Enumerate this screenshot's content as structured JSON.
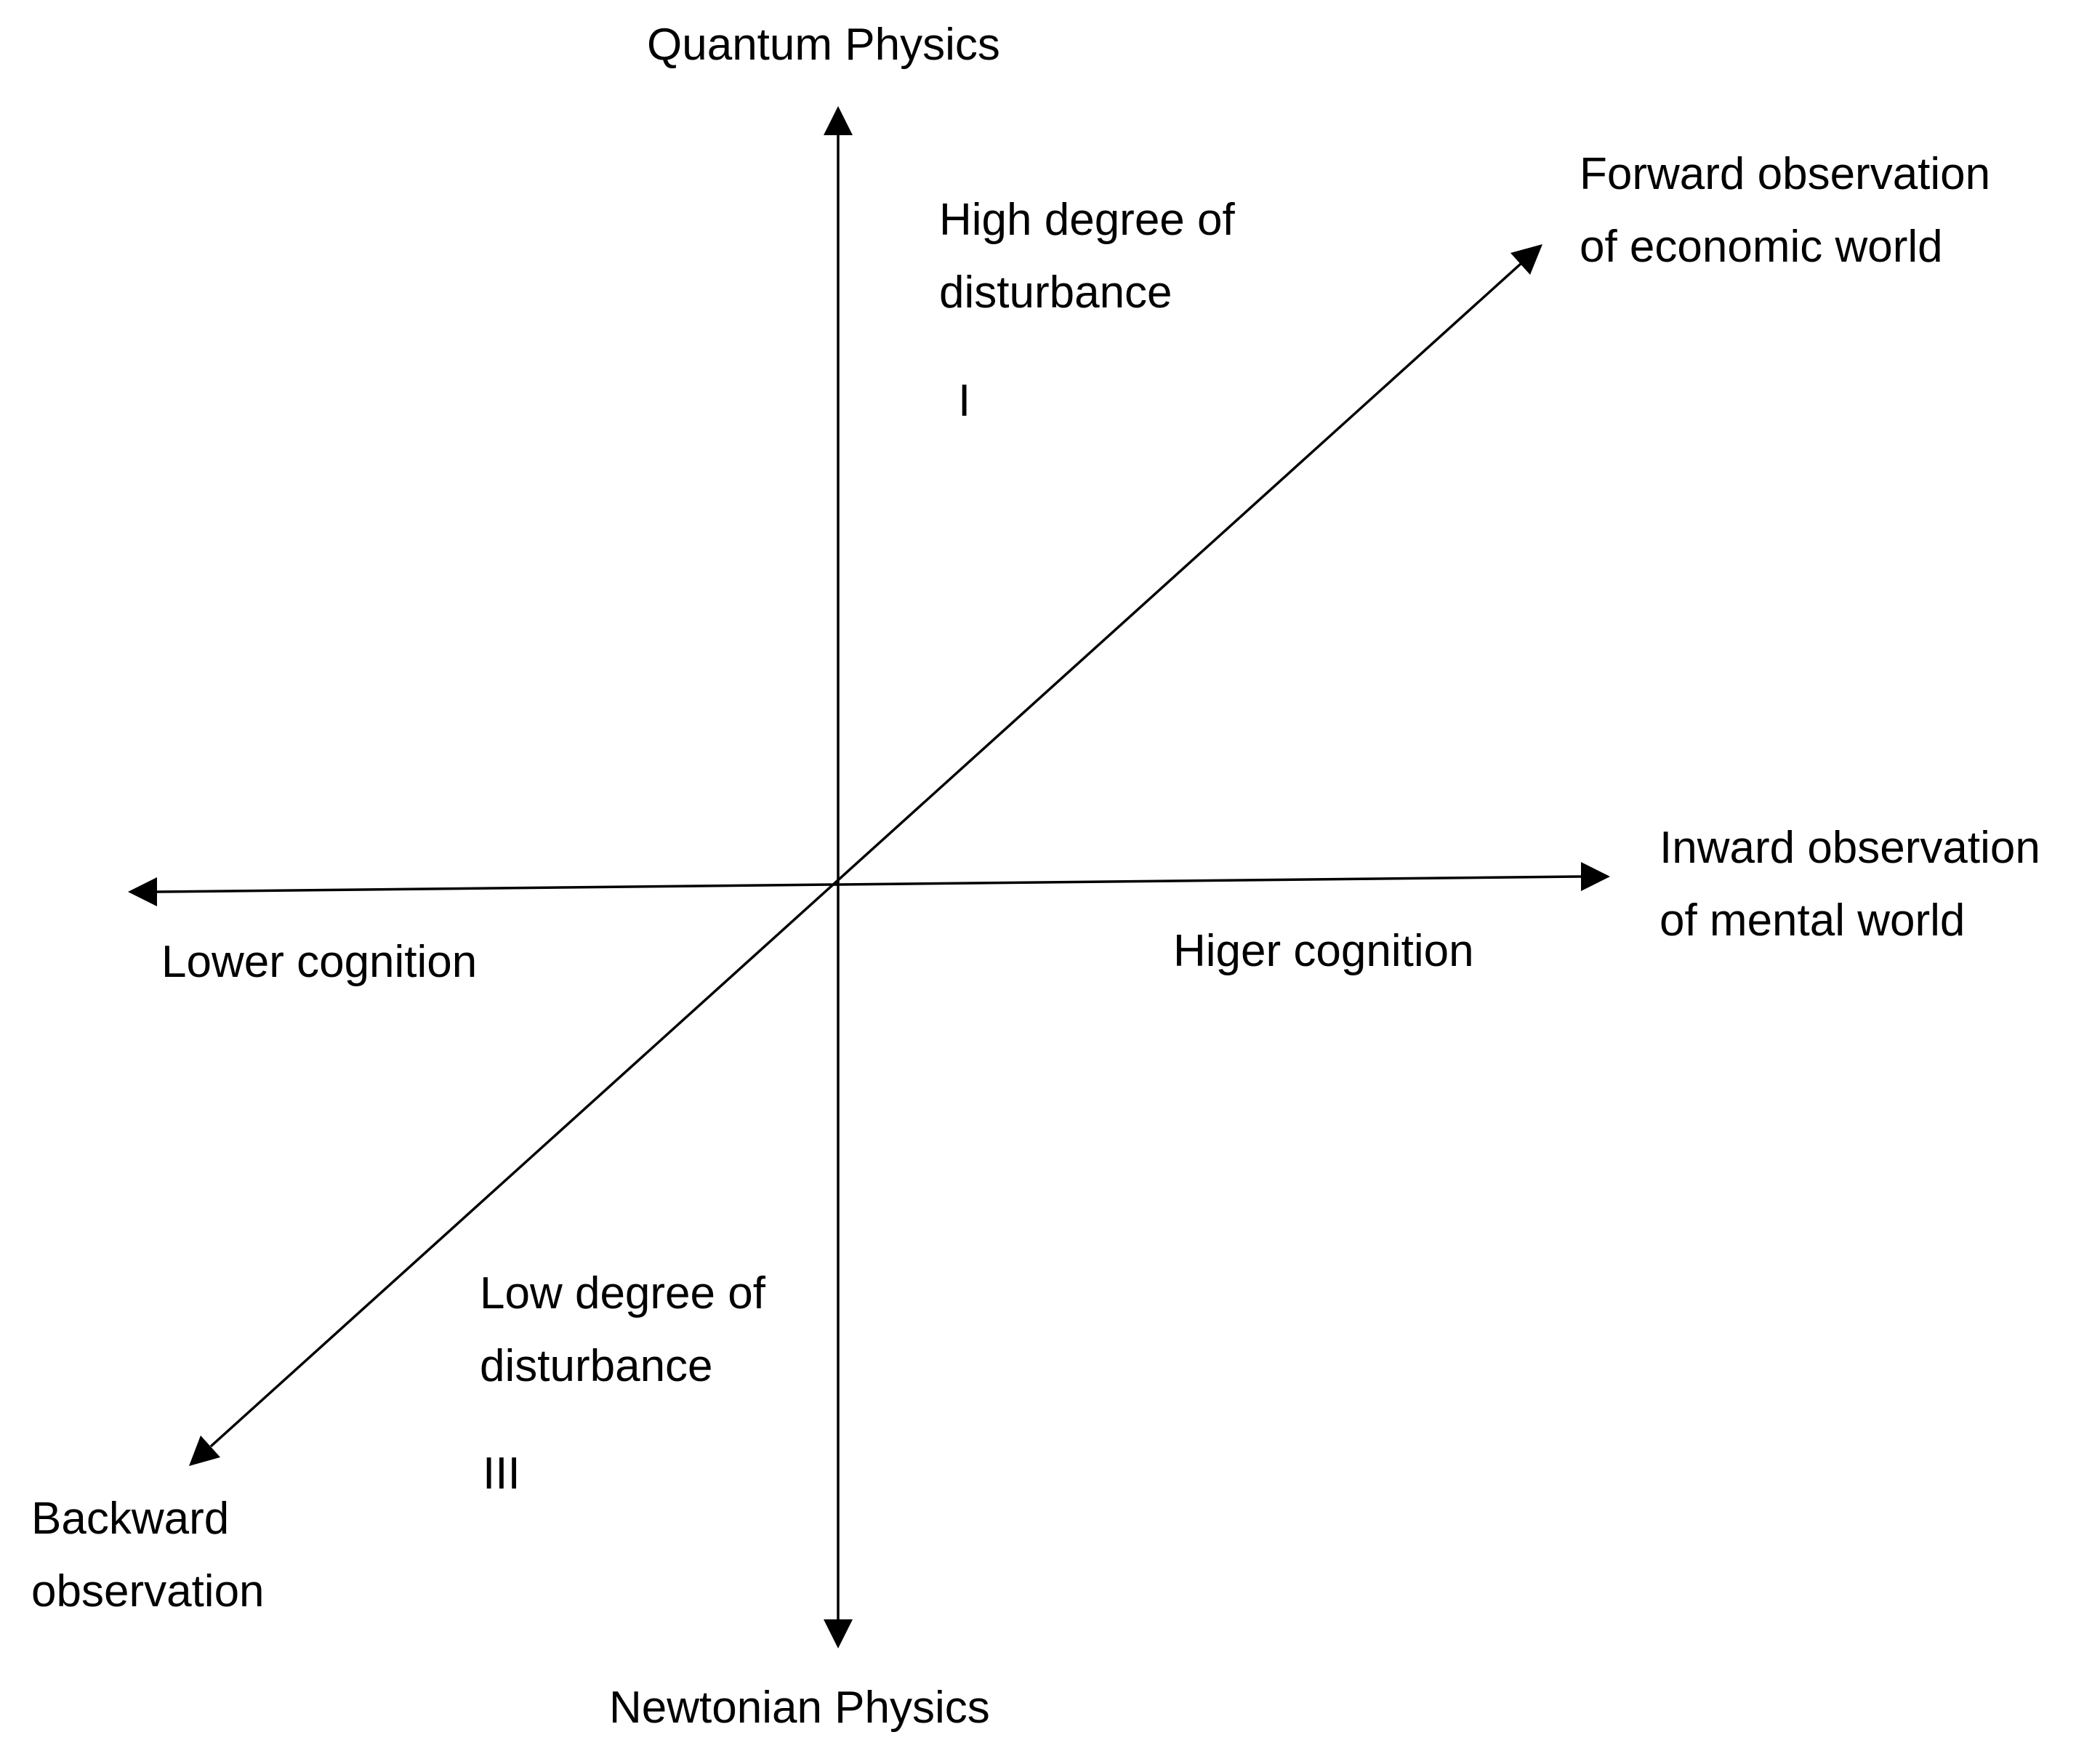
{
  "axes": {
    "vertical": {
      "top_label": "Quantum Physics",
      "bottom_label": "Newtonian Physics"
    },
    "horizontal": {
      "left_label": "Lower cognition",
      "right_label_line1": "Inward observation",
      "right_label_line2": "of mental world",
      "inner_right_label": "Higer cognition"
    },
    "diagonal": {
      "upper_label_line1": "Forward observation",
      "upper_label_line2": "of economic world",
      "lower_label_line1": "Backward",
      "lower_label_line2": "observation"
    }
  },
  "regions": {
    "upper": {
      "line1": "High degree of",
      "line2": "disturbance",
      "numeral": "I"
    },
    "lower": {
      "line1": "Low degree of",
      "line2": "disturbance",
      "numeral": "III"
    }
  },
  "colors": {
    "line": "#000000",
    "text": "#000000",
    "background": "#ffffff"
  }
}
